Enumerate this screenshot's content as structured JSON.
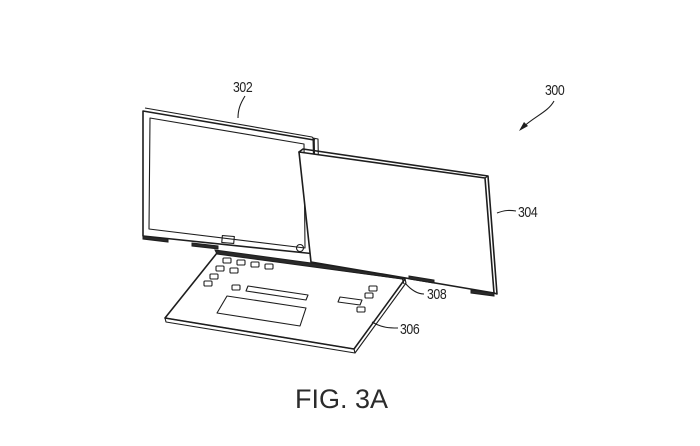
{
  "figure": {
    "caption": "FIG. 3A",
    "type": "patent-drawing",
    "subject": "dual-display laptop computing device"
  },
  "reference_numerals": [
    {
      "id": "300",
      "label": "300",
      "refers_to": "overall device (arrow)"
    },
    {
      "id": "302",
      "label": "302",
      "refers_to": "primary display"
    },
    {
      "id": "304",
      "label": "304",
      "refers_to": "secondary display"
    },
    {
      "id": "306",
      "label": "306",
      "refers_to": "base / keyboard deck"
    },
    {
      "id": "308",
      "label": "308",
      "refers_to": "hinge / connector"
    }
  ],
  "colors": {
    "line": "#1e1e1e",
    "background": "#ffffff"
  }
}
